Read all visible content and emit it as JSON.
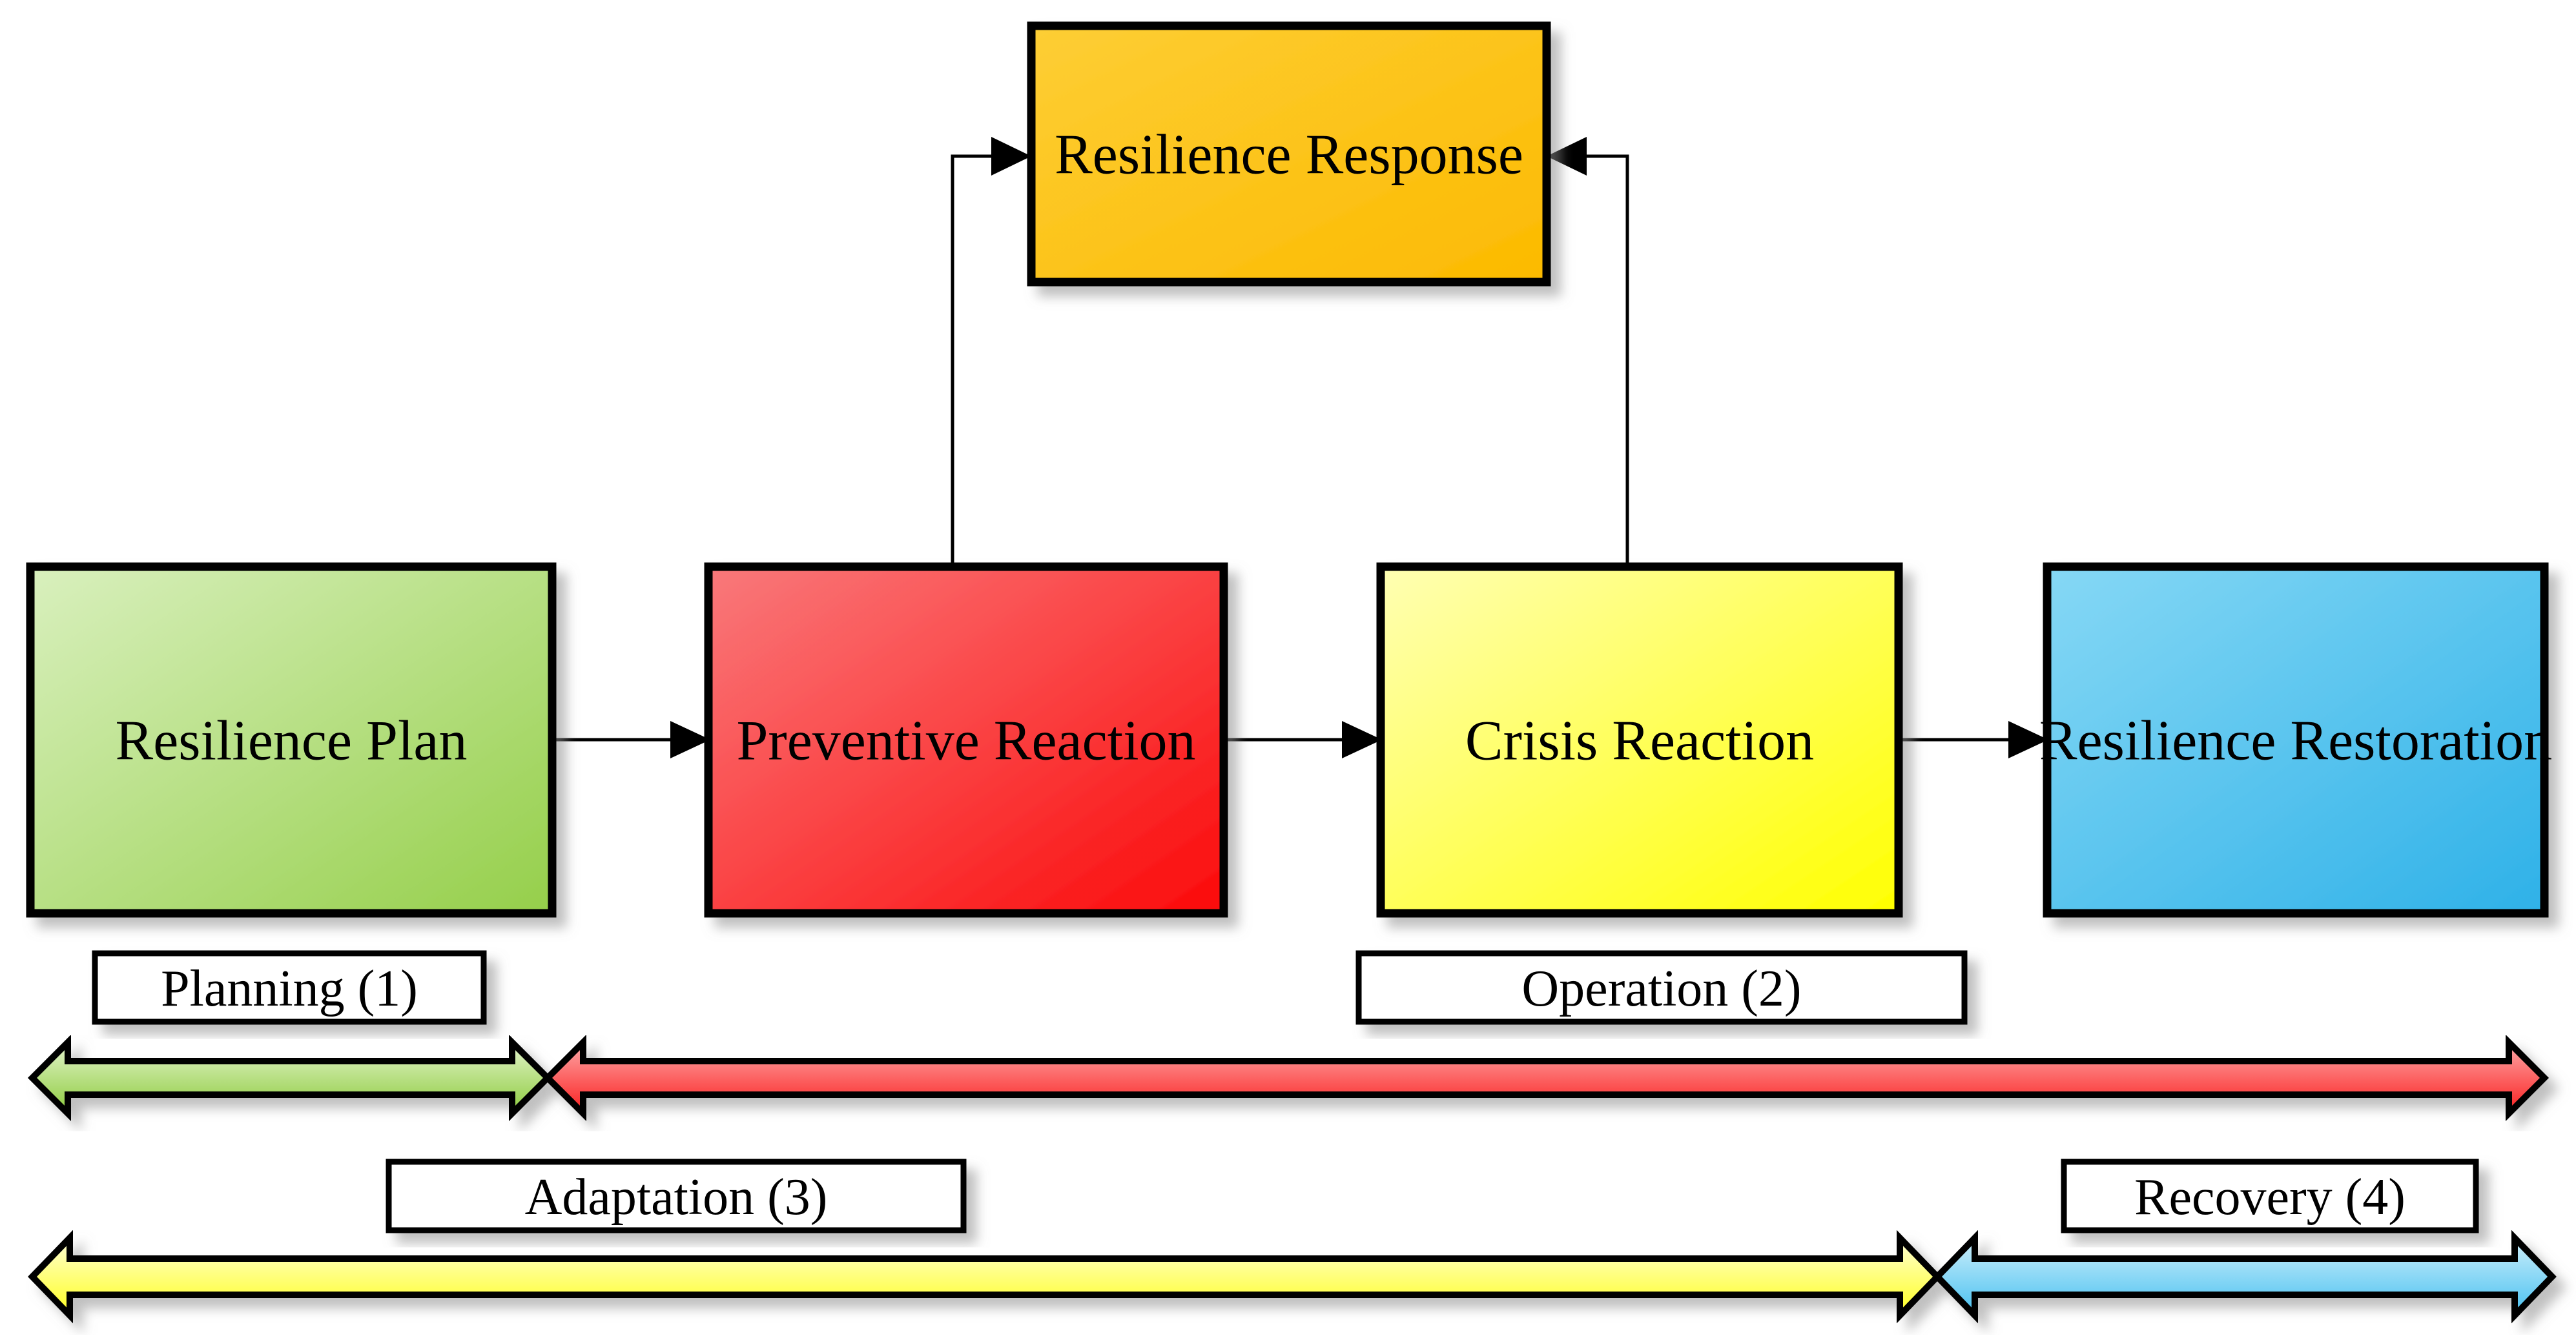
{
  "diagram": {
    "nodes": {
      "response": {
        "label": "Resilience Response"
      },
      "plan": {
        "label": "Resilience Plan"
      },
      "preventive": {
        "label": "Preventive Reaction"
      },
      "crisis": {
        "label": "Crisis Reaction"
      },
      "restoration": {
        "label": "Resilience Restoration"
      }
    },
    "phases": {
      "planning": {
        "label": "Planning (1)"
      },
      "operation": {
        "label": "Operation (2)"
      },
      "adaptation": {
        "label": "Adaptation (3)"
      },
      "recovery": {
        "label": "Recovery (4)"
      }
    },
    "connectors": [
      {
        "from": "plan",
        "to": "preventive"
      },
      {
        "from": "preventive",
        "to": "crisis"
      },
      {
        "from": "crisis",
        "to": "restoration"
      },
      {
        "from": "preventive",
        "to": "response"
      },
      {
        "from": "crisis",
        "to": "response"
      }
    ],
    "phase_spans": [
      {
        "phase": "planning",
        "color_key": "green",
        "extent": "under Resilience Plan"
      },
      {
        "phase": "operation",
        "color_key": "red",
        "extent": "from Preventive Reaction to Resilience Restoration"
      },
      {
        "phase": "adaptation",
        "color_key": "yellow",
        "extent": "from Resilience Plan to Crisis Reaction"
      },
      {
        "phase": "recovery",
        "color_key": "blue",
        "extent": "under Resilience Restoration"
      }
    ],
    "colors": {
      "background": "#ffffff",
      "outline": "#000000",
      "text": "#000000",
      "connector": "#000000",
      "orange_light": "#FDCE35",
      "orange_dark": "#FCBA00",
      "green_light": "#D9F0BE",
      "green_dark": "#95CF4A",
      "red_light": "#F9797B",
      "red_dark": "#FB0A0A",
      "yellow_light": "#FFFFB3",
      "yellow_dark": "#FFFF00",
      "blue_light": "#86D8F5",
      "blue_dark": "#2EB1E8",
      "arrow_green_light": "#E4F4CC",
      "arrow_green_dark": "#8CCB3C",
      "arrow_red_light": "#FCA9A9",
      "arrow_red_dark": "#FB1E1E",
      "arrow_yellow_light": "#FFFFD6",
      "arrow_yellow_dark": "#FFFF1E",
      "arrow_blue_light": "#CFEFFB",
      "arrow_blue_dark": "#46C0F0"
    }
  }
}
